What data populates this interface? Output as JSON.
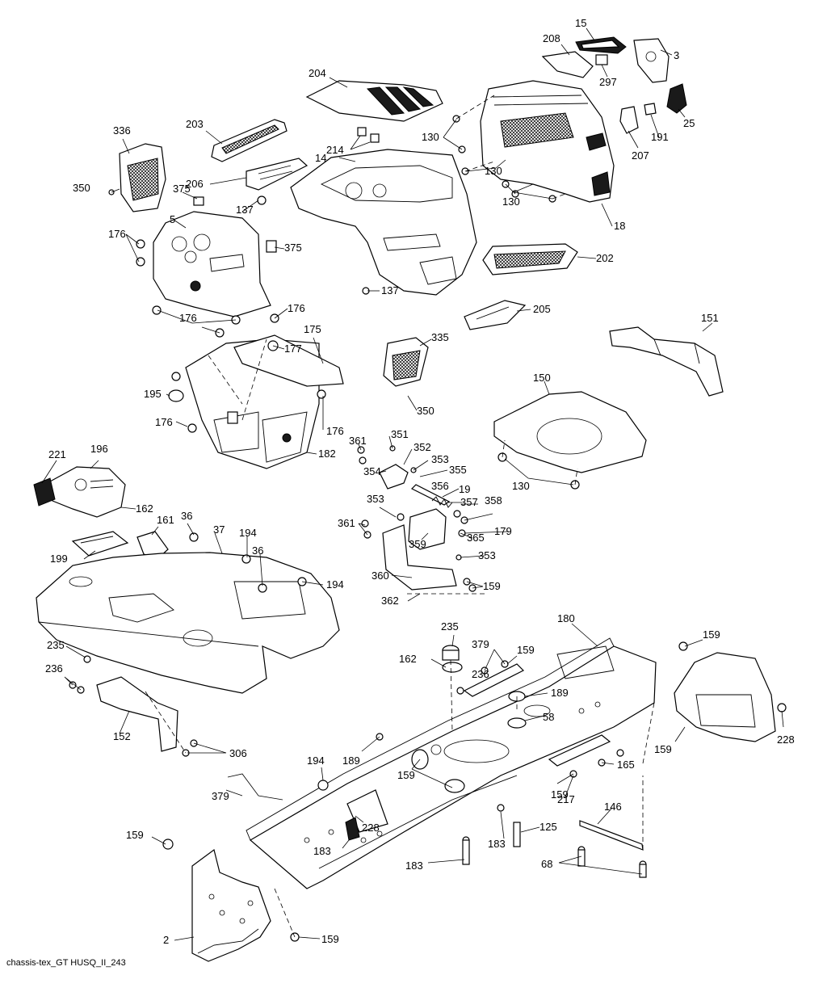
{
  "footer": {
    "caption": "chassis-tex_GT HUSQ_II_243"
  },
  "callouts": [
    "15",
    "208",
    "3",
    "297",
    "204",
    "25",
    "130",
    "207",
    "191",
    "336",
    "203",
    "214",
    "14",
    "130",
    "350",
    "375",
    "206",
    "130",
    "18",
    "5",
    "137",
    "176",
    "375",
    "202",
    "137",
    "176",
    "176",
    "175",
    "177",
    "205",
    "151",
    "335",
    "195",
    "150",
    "176",
    "176",
    "182",
    "350",
    "351",
    "361",
    "352",
    "353",
    "354",
    "355",
    "19",
    "356",
    "196",
    "221",
    "162",
    "161",
    "36",
    "353",
    "357",
    "358",
    "130",
    "37",
    "194",
    "179",
    "361",
    "199",
    "36",
    "359",
    "365",
    "353",
    "194",
    "360",
    "159",
    "362",
    "180",
    "235",
    "159",
    "379",
    "159",
    "236",
    "162",
    "235",
    "189",
    "236",
    "58",
    "152",
    "159",
    "228",
    "189",
    "306",
    "194",
    "159",
    "165",
    "379",
    "159",
    "217",
    "146",
    "228",
    "183",
    "125",
    "183",
    "183",
    "159",
    "68",
    "2",
    "159"
  ]
}
